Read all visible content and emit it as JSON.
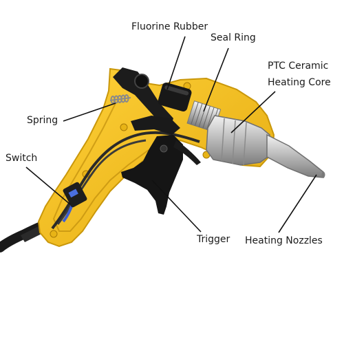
{
  "labels": {
    "fluorine_rubber": "Fluorine Rubber",
    "seal_ring": "Seal Ring",
    "ptc_line1": "PTC Ceramic",
    "ptc_line2": "Heating Core",
    "spring": "Spring",
    "switch": "Switch",
    "trigger": "Trigger",
    "heating_nozzles": "Heating Nozzles"
  },
  "colors": {
    "housing": "#f2c01c",
    "housing_edge": "#c9970a",
    "trigger": "#151515",
    "metal": "#c9c9c9",
    "leader": "#111111"
  }
}
